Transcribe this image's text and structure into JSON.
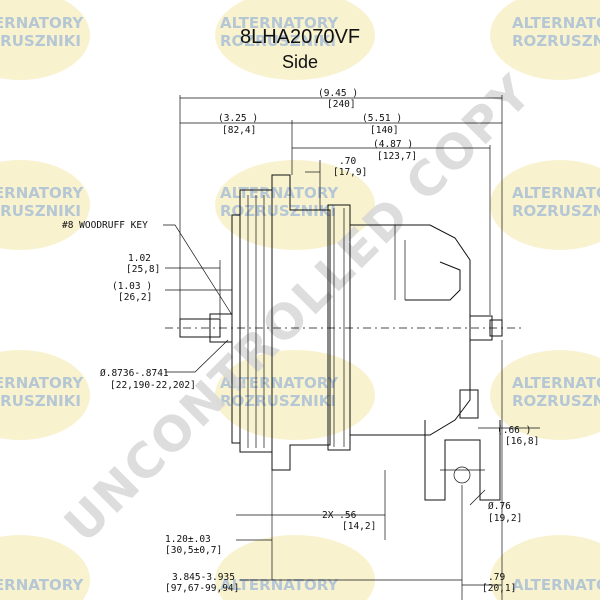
{
  "header": {
    "part_number": "8LHA2070VF",
    "view_label": "Side"
  },
  "watermark": {
    "line1": "ALTERNATORY",
    "line2": "ROZRUSZNIKI",
    "stamp": "UNCONTROLLED COPY"
  },
  "dimensions": {
    "overall_length": "(9.45 )",
    "overall_length_mm": "[240]",
    "front_to_shaft": "(3.25 )",
    "front_to_shaft_mm": "[82,4]",
    "body_length": "(5.51 )",
    "body_length_mm": "[140]",
    "mount_to_rear": "(4.87 )",
    "mount_to_rear_mm": "[123,7]",
    "flange_offset": ".70",
    "flange_offset_mm": "[17,9]",
    "woodruff_key": "#8 WOODRUFF KEY",
    "shaft_len_1": "1.02",
    "shaft_len_1_mm": "[25,8]",
    "shaft_len_2": "(1.03 )",
    "shaft_len_2_mm": "[26,2]",
    "shaft_dia": "Ø.8736-.8741",
    "shaft_dia_mm": "[22,190-22,202]",
    "terminal_offset": "(.66 )",
    "terminal_offset_mm": "[16,8]",
    "hole_dia": "Ø.76",
    "hole_dia_mm": "[19,2]",
    "lug_width": "2X .56",
    "lug_width_mm": "[14,2]",
    "lug_pos": "1.20±.03",
    "lug_pos_mm": "[30,5±0,7]",
    "mount_range": "3.845-3.935",
    "mount_range_mm": "[97,67-99,94]",
    "rear_offset": ".79",
    "rear_offset_mm": "[20,1]"
  }
}
